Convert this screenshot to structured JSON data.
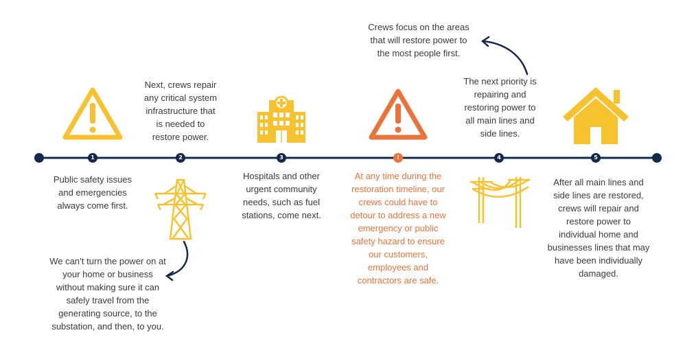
{
  "colors": {
    "navy": "#13294b",
    "yellow": "#f7c230",
    "orange": "#e8743b",
    "text": "#3a3a3a"
  },
  "timeline": {
    "steps": [
      {
        "label": "1",
        "icon": "warning-triangle-icon"
      },
      {
        "label": "2",
        "icon": "transmission-tower-icon"
      },
      {
        "label": "3",
        "icon": "hospital-icon"
      },
      {
        "label": "!",
        "icon": "warning-triangle-icon"
      },
      {
        "label": "4",
        "icon": "power-lines-icon"
      },
      {
        "label": "5",
        "icon": "house-icon"
      }
    ]
  },
  "texts": {
    "step1": "Public safety issues\nand emergencies\nalways come first.",
    "step2": "Next, crews repair\nany critical system\ninfrastructure that\nis needed to\nrestore power.",
    "step2_note": "We can’t turn the power on at\nyour home or business\nwithout making sure it can\nsafely travel from the\ngenerating source, to the\nsubstation, and then, to you.",
    "step3": "Hospitals and other\nurgent community\nneeds, such as fuel\nstations, come next.",
    "alert": "At any time during the\nrestoration timeline, our\ncrews could have to\ndetour to address a new\nemergency or public\nsafety hazard to ensure\nour customers,\nemployees and\ncontractors are safe.",
    "step4": "The next priority is\nrepairing and\nrestoring power to\nall main lines and\nside lines.",
    "step4_note": "Crews focus on the areas\nthat will restore power to\nthe most people first.",
    "step5": "After all main lines and\nside lines are restored,\ncrews will repair and\nrestore power to\nindividual home and\nbusinesses lines that may\nhave been individually\ndamaged."
  }
}
